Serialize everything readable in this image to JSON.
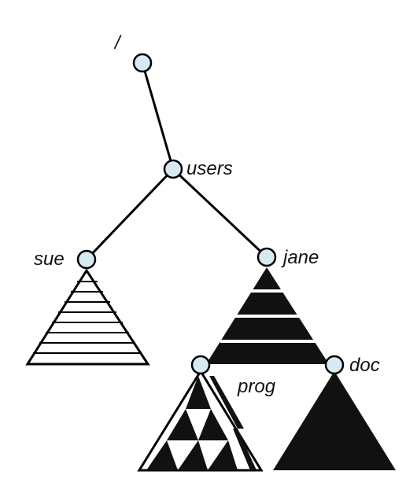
{
  "labels": {
    "root": "/",
    "users": "users",
    "sue": "sue",
    "jane": "jane",
    "prog": "prog",
    "doc": "doc"
  },
  "colors": {
    "node_fill": "#d7eaf2",
    "stroke": "#000000",
    "solid_fill": "#111111",
    "background": "#ffffff"
  },
  "legend": []
}
